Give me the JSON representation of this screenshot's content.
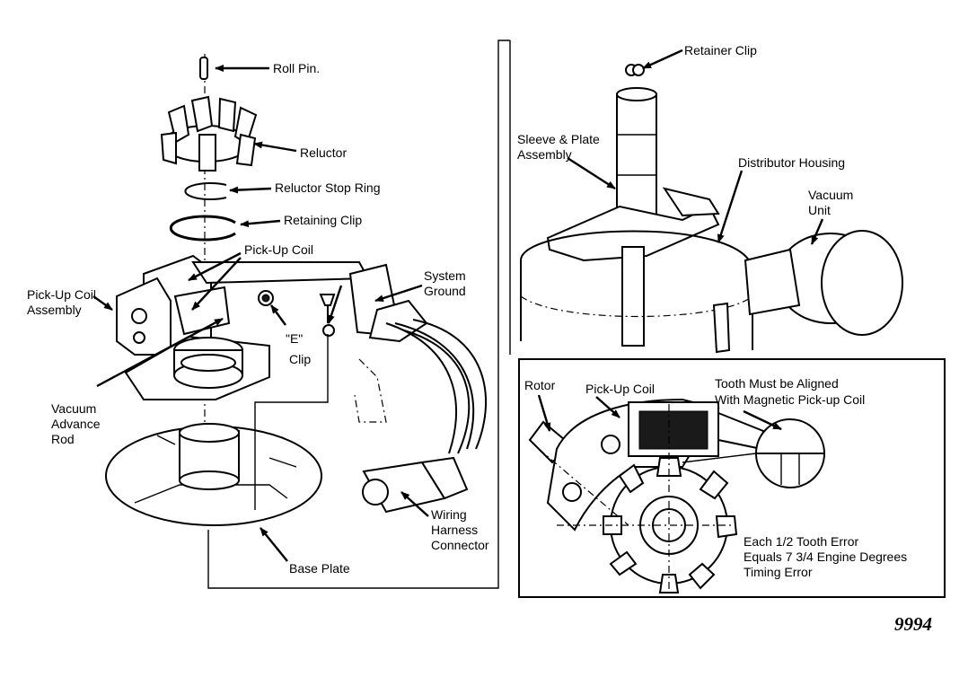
{
  "labels": {
    "roll_pin": "Roll Pin.",
    "reluctor": "Reluctor",
    "reluctor_stop_ring": "Reluctor Stop Ring",
    "retaining_clip": "Retaining Clip",
    "pick_up_coil_left": "Pick-Up Coil",
    "pick_up_coil_assembly_1": "Pick-Up Coil",
    "pick_up_coil_assembly_2": "Assembly",
    "system_ground_1": "System",
    "system_ground_2": "Ground",
    "e_clip_1": "\"E\"",
    "e_clip_2": "Clip",
    "vacuum_advance_rod_1": "Vacuum",
    "vacuum_advance_rod_2": "Advance",
    "vacuum_advance_rod_3": "Rod",
    "wiring_harness_1": "Wiring",
    "wiring_harness_2": "Harness",
    "wiring_harness_3": "Connector",
    "base_plate": "Base Plate",
    "retainer_clip": "Retainer Clip",
    "sleeve_plate_1": "Sleeve & Plate",
    "sleeve_plate_2": "Assembly",
    "distributor_housing": "Distributor Housing",
    "vacuum_unit_1": "Vacuum",
    "vacuum_unit_2": "Unit",
    "rotor": "Rotor",
    "pick_up_coil_inset": "Pick-Up Coil",
    "tooth_aligned_1": "Tooth Must be Aligned",
    "tooth_aligned_2": "With Magnetic Pick-up Coil",
    "tooth_error_1": "Each 1/2 Tooth Error",
    "tooth_error_2": "Equals 7 3/4 Engine Degrees",
    "tooth_error_3": "Timing Error"
  },
  "figure_number": "9994",
  "colors": {
    "ink": "#000000",
    "paper": "#ffffff"
  }
}
